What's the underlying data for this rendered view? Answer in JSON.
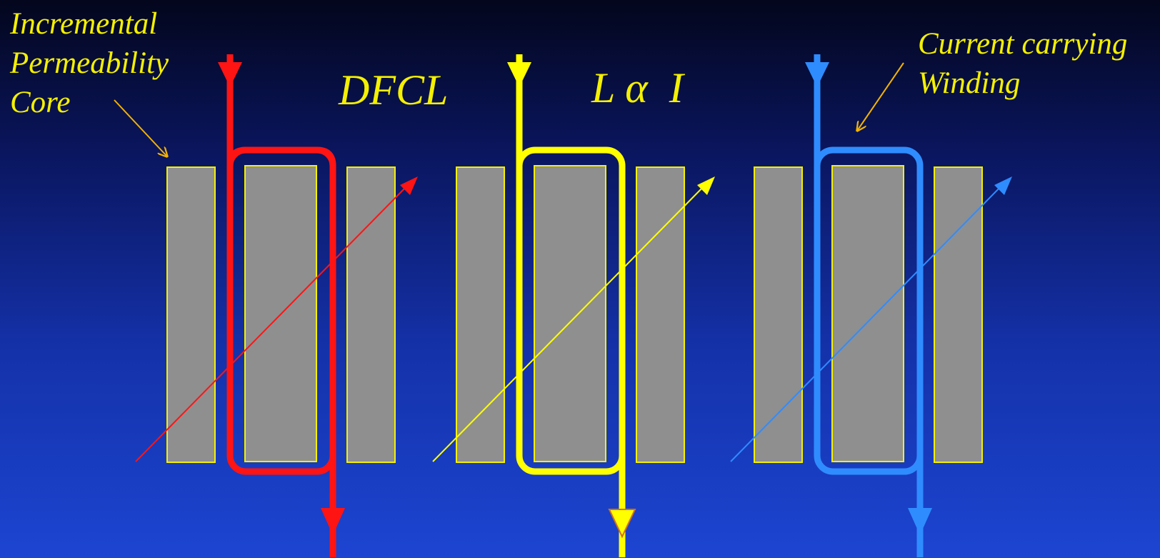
{
  "labels": {
    "core_line1": "Incremental",
    "core_line2": "Permeability",
    "core_line3": "Core",
    "device": "DFCL",
    "relation": "L α  I",
    "winding_line1": "Current carrying",
    "winding_line2": "Winding"
  },
  "colors": {
    "background_top": "#03061c",
    "background_bottom": "#1c45d2",
    "core_fill": "#8f8f8f",
    "core_outline": "#f4f000",
    "annotation": "#f5b300",
    "winding_left": "#ff1414",
    "winding_middle": "#ffff00",
    "winding_right": "#2f8cff"
  },
  "units": [
    {
      "name": "red",
      "color": "#ff1414"
    },
    {
      "name": "yellow",
      "color": "#ffff00"
    },
    {
      "name": "blue",
      "color": "#2f8cff"
    }
  ]
}
